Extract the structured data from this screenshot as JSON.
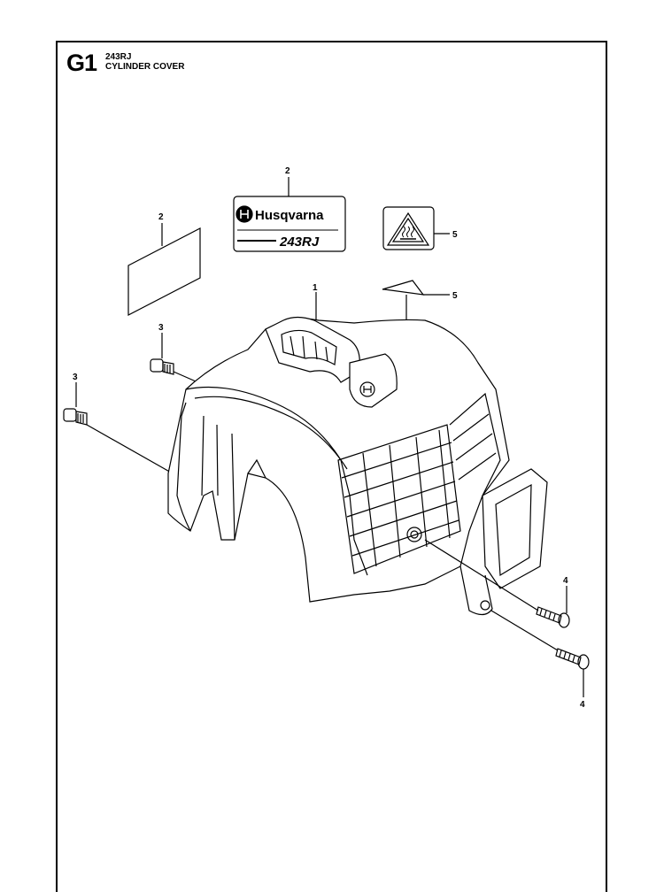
{
  "header": {
    "section_code": "G1",
    "model": "243RJ",
    "title": "CYLINDER COVER"
  },
  "decal": {
    "brand": "Husqvarna",
    "model": "243RJ"
  },
  "callouts": {
    "cover": "1",
    "decal_main": "2",
    "decal_blank": "2",
    "screw_top": "3",
    "screw_left": "3",
    "warning_label": "5",
    "label_small": "5",
    "screw_right_upper": "4",
    "screw_right_lower": "4"
  }
}
